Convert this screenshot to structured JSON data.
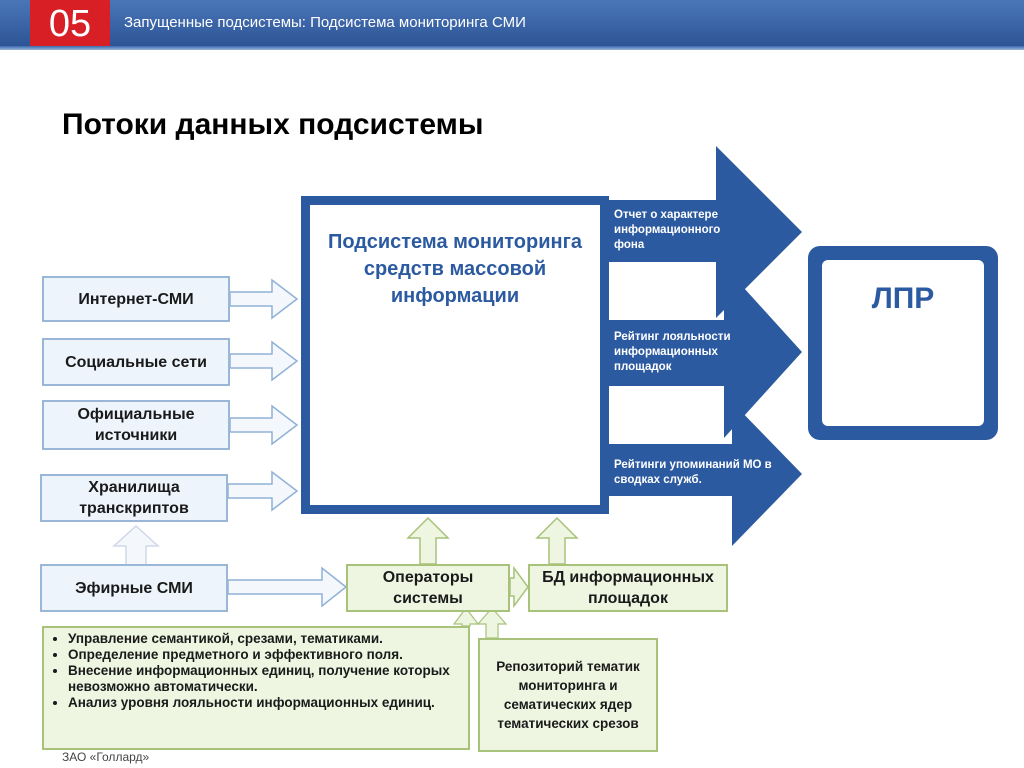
{
  "header": {
    "slide_number": "05",
    "title": "Запущенные подсистемы: Подсистема мониторинга СМИ"
  },
  "slide_title": "Потоки данных подсистемы",
  "sources": {
    "internet_media": "Интернет-СМИ",
    "social_networks": "Социальные сети",
    "official_sources": "Официальные источники",
    "transcript_storage": "Хранилища транскриптов",
    "broadcast_media": "Эфирные СМИ"
  },
  "core": {
    "title": "Подсистема мониторинга средств массовой информации"
  },
  "outputs": [
    "Отчет о характере информационного фона",
    "Рейтинг лояльности информационных площадок",
    "Рейтинги упоминаний МО в сводках служб."
  ],
  "decision_maker": "ЛПР",
  "operators": "Операторы системы",
  "db": "БД информационных площадок",
  "repository": "Репозиторий тематик мониторинга и сематических ядер тематических срезов",
  "operator_tasks": [
    "Управление семантикой, срезами, тематиками.",
    "Определение предметного и эффективного поля.",
    "Внесение информационных единиц, получение которых невозможно автоматически.",
    "Анализ уровня лояльности информационных единиц."
  ],
  "footer": "ЗАО «Голлард»",
  "colors": {
    "header": "#2d5596",
    "badge": "#d81f26",
    "core_border": "#2c5aa0",
    "source_fill": "#eef4fb",
    "green_fill": "#eef6e2"
  }
}
